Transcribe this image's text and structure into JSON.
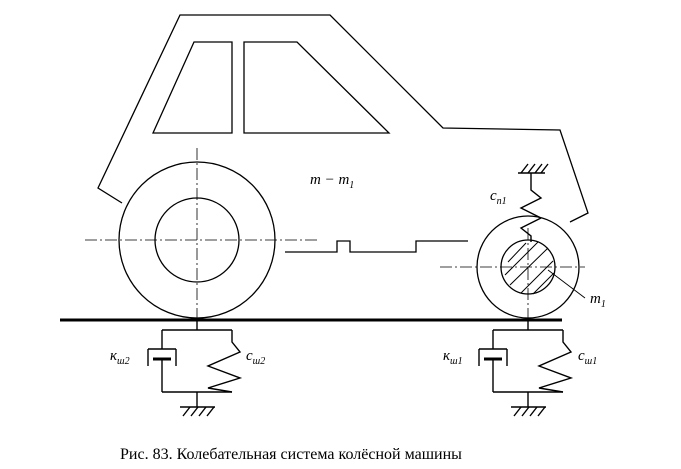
{
  "labels": {
    "mass_body": {
      "main": "m − m",
      "sub": "1"
    },
    "spring_front": {
      "main": "c",
      "sub": "п1"
    },
    "mass_wheel": {
      "main": "m",
      "sub": "1"
    },
    "damper_rear": {
      "main": "к",
      "sub": "ш2"
    },
    "spring_rear": {
      "main": "c",
      "sub": "ш2"
    },
    "damper_front": {
      "main": "к",
      "sub": "ш1"
    },
    "spring_tire_front": {
      "main": "c",
      "sub": "ш1"
    }
  },
  "caption": "Рис. 83. Колебательная система колёсной машины"
}
